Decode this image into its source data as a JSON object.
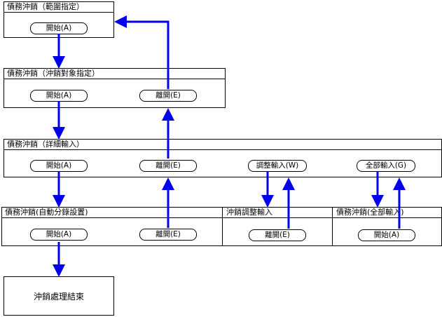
{
  "screens": {
    "range": {
      "title": "債務沖銷（範圍指定）",
      "start_button": "開始(A)"
    },
    "target": {
      "title": "債務沖銷（沖銷對象指定）",
      "start_button": "開始(A)",
      "exit_button": "離開(E)"
    },
    "detail": {
      "title": "債務沖銷（詳細輸入）",
      "start_button": "開始(A)",
      "exit_button": "離開(E)",
      "adjust_button": "調整輸入(W)",
      "all_button": "全部輸入(G)"
    },
    "auto_alloc": {
      "title": "債務沖銷(自動分錄設置)",
      "start_button": "開始(A)",
      "exit_button": "離開(E)"
    },
    "adjust_input": {
      "title": "沖銷調整輸入",
      "exit_button": "離開(E)"
    },
    "all_input": {
      "title": "債務沖銷(全部輸入)",
      "start_button": "開始(A)"
    },
    "end": {
      "label": "沖銷處理結束"
    }
  },
  "colors": {
    "arrow": "#0000ee",
    "border": "#000000"
  }
}
